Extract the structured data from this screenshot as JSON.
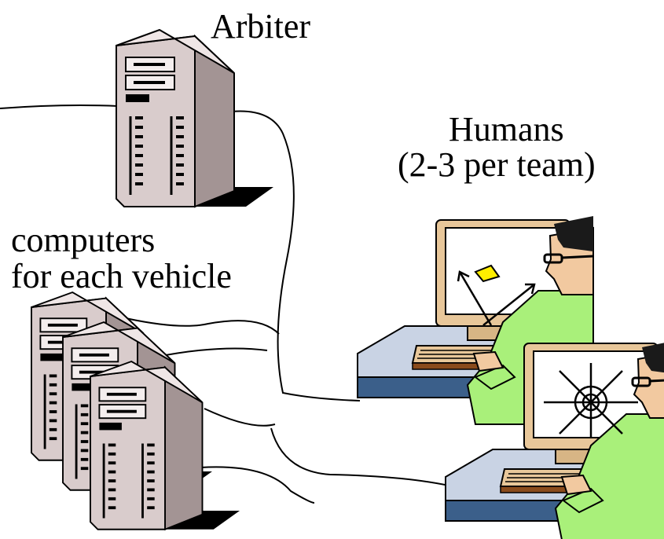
{
  "labels": {
    "arbiter": "Arbiter",
    "humans_title": "Humans",
    "humans_subtitle": "(2-3 per team)",
    "computers_line1": "computers",
    "computers_line2": "for each vehicle"
  },
  "icons": {
    "server": "server-tower-icon",
    "operator": "human-operator-at-workstation-icon"
  },
  "colors": {
    "case_light": "#d9cccc",
    "case_dark": "#a39494",
    "case_shadow": "#000000",
    "desk_blue": "#3b5f8a",
    "desk_top": "#c9d3e4",
    "shirt_green": "#a9f07a",
    "monitor_beige": "#e8c79a",
    "screen_bg": "#ffffff",
    "skin": "#f2c9a0",
    "cursor_yellow": "#ffee00"
  }
}
